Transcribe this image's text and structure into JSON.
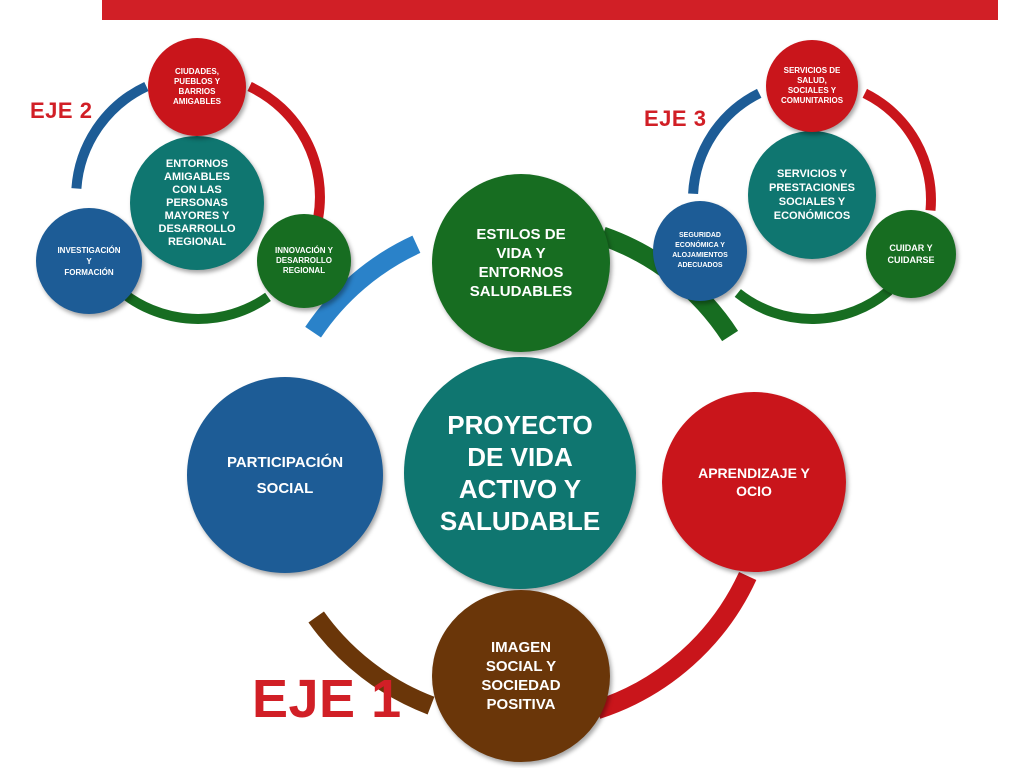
{
  "colors": {
    "red": "#c9151b",
    "green": "#176d21",
    "blue": "#1d5c96",
    "light_blue": "#2a82c9",
    "teal": "#0f7670",
    "brown": "#6a3609",
    "header_bar": "#d11f26"
  },
  "eje1": {
    "label": "EJE 1",
    "center": "PROYECTO\nDE VIDA\nACTIVO Y\nSALUDABLE",
    "nodes": {
      "top": "ESTILOS DE\nVIDA Y\nENTORNOS\nSALUDABLES",
      "right": "APRENDIZAJE Y\nOCIO",
      "bottom": "IMAGEN\nSOCIAL Y\nSOCIEDAD\nPOSITIVA",
      "left": "PARTICIPACIÓN\n\nSOCIAL"
    }
  },
  "eje2": {
    "label": "EJE 2",
    "center": "ENTORNOS\nAMIGABLES\nCON LAS\nPERSONAS\nMAYORES Y\nDESARROLLO\nREGIONAL",
    "nodes": {
      "top": "CIUDADES,\nPUEBLOS Y\nBARRIOS\nAMIGABLES",
      "right": "INNOVACIÓN Y\nDESARROLLO\nREGIONAL",
      "left": "INVESTIGACIÓN\nY\nFORMACIÓN"
    }
  },
  "eje3": {
    "label": "EJE 3",
    "center": "SERVICIOS Y\nPRESTACIONES\nSOCIALES Y\nECONÓMICOS",
    "nodes": {
      "top": "SERVICIOS DE\nSALUD,\nSOCIALES Y\nCOMUNITARIOS",
      "right": "CUIDAR Y\nCUIDARSE",
      "left": "SEGURIDAD\nECONÓMICA Y\nALOJAMIENTOS\nADECUADOS"
    }
  }
}
